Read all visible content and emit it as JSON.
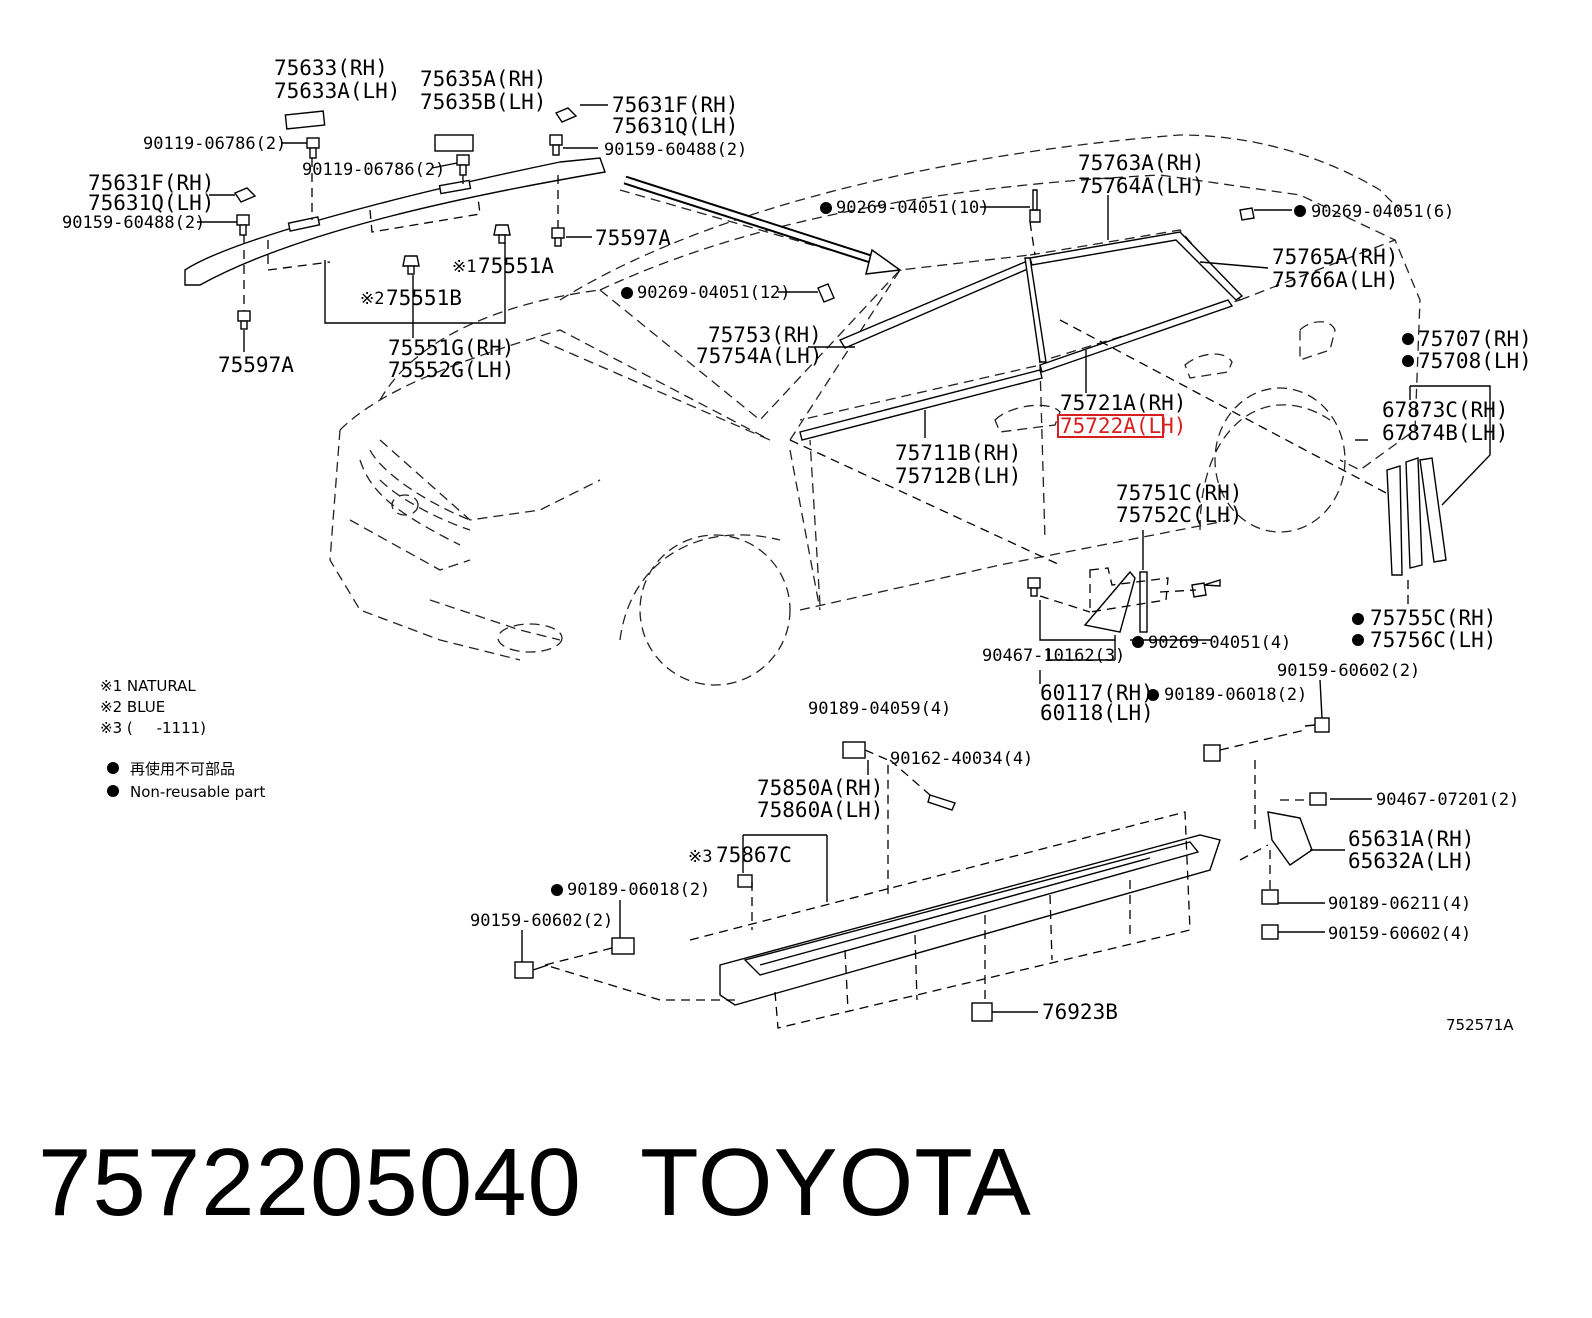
{
  "labels": {
    "l75633rh": "75633(RH)",
    "l75633alh": "75633A(LH)",
    "l75635arh": "75635A(RH)",
    "l75635blh": "75635B(LH)",
    "l75631frh_top": "75631F(RH)",
    "l75631qlh_top": "75631Q(LH)",
    "l90119a": "90119-06786(2)",
    "l90119b": "90119-06786(2)",
    "l90159_60488_top": "90159-60488(2)",
    "l75631frh_left": "75631F(RH)",
    "l75631qlh_left": "75631Q(LH)",
    "l90159_60488_left": "90159-60488(2)",
    "l75597a_right": "75597A",
    "l75597a_left": "75597A",
    "l75551a": "75551A",
    "l75551b": "75551B",
    "l75551grh": "75551G(RH)",
    "l75552glh": "75552G(LH)",
    "l90269_10": "90269-04051(10)",
    "l90269_6": "90269-04051(6)",
    "l90269_12": "90269-04051(12)",
    "l90269_4": "90269-04051(4)",
    "l75763arh": "75763A(RH)",
    "l75764alh": "75764A(LH)",
    "l75765arh": "75765A(RH)",
    "l75766alh": "75766A(LH)",
    "l75753rh": "75753(RH)",
    "l75754alh": "75754A(LH)",
    "l75721arh": "75721A(RH)",
    "l75722alh": "75722A(LH)",
    "l75711brh": "75711B(RH)",
    "l75712blh": "75712B(LH)",
    "l75707rh": "75707(RH)",
    "l75708lh": "75708(LH)",
    "l67873crh": "67873C(RH)",
    "l67874blh": "67874B(LH)",
    "l75751crh": "75751C(RH)",
    "l75752clh": "75752C(LH)",
    "l75755crh": "75755C(RH)",
    "l75756clh": "75756C(LH)",
    "l90467_10162": "90467-10162(3)",
    "l60117rh": "60117(RH)",
    "l60118lh": "60118(LH)",
    "l90189_06018_r": "90189-06018(2)",
    "l90159_60602_r": "90159-60602(2)",
    "l90189_04059": "90189-04059(4)",
    "l90162_40034": "90162-40034(4)",
    "l75850arh": "75850A(RH)",
    "l75860alh": "75860A(LH)",
    "l75867c": "75867C",
    "l90189_06018_l": "90189-06018(2)",
    "l90159_60602_l": "90159-60602(2)",
    "l90467_07201": "90467-07201(2)",
    "l65631arh": "65631A(RH)",
    "l65632alh": "65632A(LH)",
    "l90189_06211": "90189-06211(4)",
    "l90159_60602_b": "90159-60602(4)",
    "l76923b": "76923B",
    "diagram_code": "752571A"
  },
  "markers": {
    "m1": "※1",
    "m2": "※2",
    "m3": "※3"
  },
  "legend": {
    "natural": "※1 NATURAL",
    "blue": "※2 BLUE",
    "range": "※3 (     -1111)",
    "nonreusable_jp": "再使用不可部品",
    "nonreusable_en": "Non-reusable part"
  },
  "caption": {
    "part_number": "7572205040",
    "brand": "TOYOTA"
  },
  "colors": {
    "highlight": "#d62020"
  }
}
